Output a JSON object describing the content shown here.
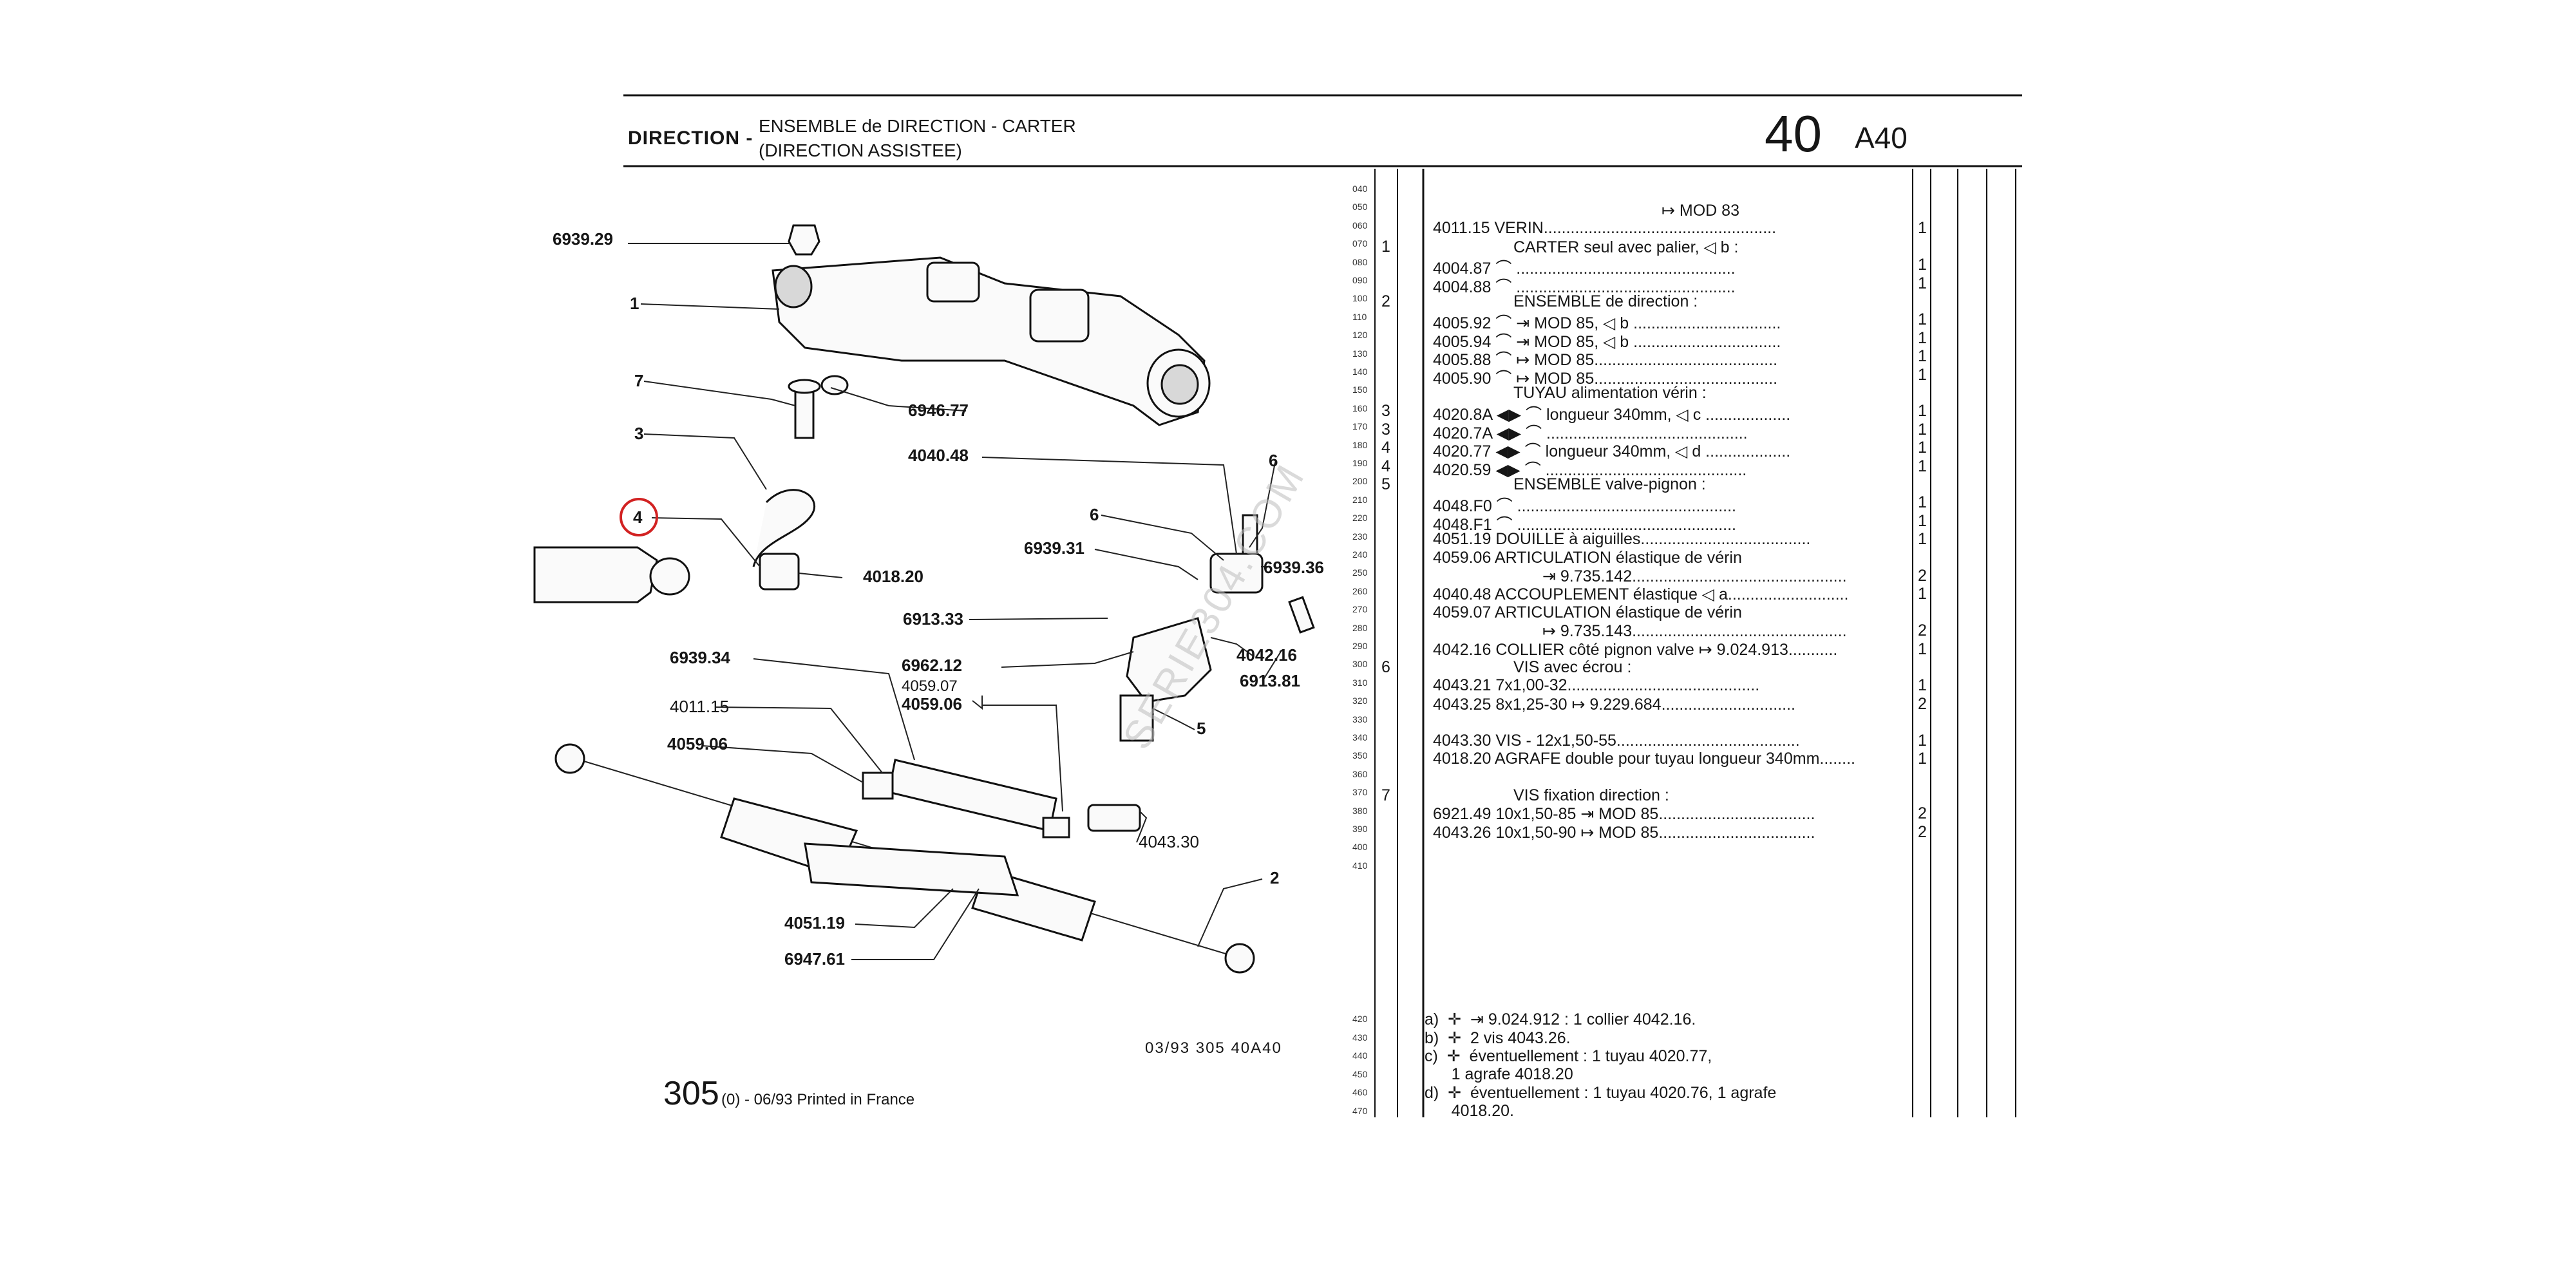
{
  "header": {
    "section": "DIRECTION -",
    "title_line1": "ENSEMBLE de DIRECTION - CARTER",
    "title_line2": "(DIRECTION ASSISTEE)",
    "group_number": "40",
    "page_code": "A40"
  },
  "diagram": {
    "labels": [
      {
        "text": "6939.29"
      },
      {
        "text": "1"
      },
      {
        "text": "7"
      },
      {
        "text": "6946.77"
      },
      {
        "text": "3"
      },
      {
        "text": "4040.48"
      },
      {
        "text": "6"
      },
      {
        "text": "4"
      },
      {
        "text": "6"
      },
      {
        "text": "6939.31"
      },
      {
        "text": "6939.36"
      },
      {
        "text": "4018.20"
      },
      {
        "text": "6913.33"
      },
      {
        "text": "4042.16"
      },
      {
        "text": "6939.34"
      },
      {
        "text": "6962.12"
      },
      {
        "text": "6913.81"
      },
      {
        "text": "4059.07"
      },
      {
        "text": "4059.06"
      },
      {
        "text": "4011.15"
      },
      {
        "text": "5"
      },
      {
        "text": "4059.06"
      },
      {
        "text": "4043.30"
      },
      {
        "text": "2"
      },
      {
        "text": "4051.19"
      },
      {
        "text": "6947.61"
      }
    ],
    "figure_reference": "03/93  305  40A40",
    "watermark": "SERIE304.COM"
  },
  "footer": {
    "model": "305",
    "info": "(0) - 06/93 Printed in France"
  },
  "parts_list": {
    "row_numbers": [
      "040",
      "050",
      "060",
      "070",
      "080",
      "090",
      "100",
      "110",
      "120",
      "130",
      "140",
      "150",
      "160",
      "170",
      "180",
      "190",
      "200",
      "210",
      "220",
      "230",
      "240",
      "250",
      "260",
      "270",
      "280",
      "290",
      "300",
      "310",
      "320",
      "330",
      "340",
      "350",
      "360",
      "370",
      "380",
      "390",
      "400",
      "410"
    ],
    "entries": [
      {
        "fig": "",
        "text": "↦ MOD 83",
        "qty": ""
      },
      {
        "fig": "",
        "text": "4011.15  VERIN....................................................",
        "qty": "1"
      },
      {
        "fig": "1",
        "text": "CARTER seul avec palier, ◁ b :",
        "qty": ""
      },
      {
        "fig": "",
        "text": "4004.87  ⌒ .................................................",
        "qty": "1"
      },
      {
        "fig": "",
        "text": "4004.88  ⌒ .................................................",
        "qty": "1"
      },
      {
        "fig": "2",
        "text": "ENSEMBLE de direction :",
        "qty": ""
      },
      {
        "fig": "",
        "text": "4005.92  ⌒ ⇥ MOD 85, ◁ b .................................",
        "qty": "1"
      },
      {
        "fig": "",
        "text": "4005.94  ⌒ ⇥ MOD 85, ◁ b .................................",
        "qty": "1"
      },
      {
        "fig": "",
        "text": "4005.88  ⌒ ↦ MOD 85.........................................",
        "qty": "1"
      },
      {
        "fig": "",
        "text": "4005.90  ⌒ ↦ MOD 85.........................................",
        "qty": "1"
      },
      {
        "fig": "",
        "text": "TUYAU alimentation vérin :",
        "qty": ""
      },
      {
        "fig": "3",
        "text": "4020.8A  ◀▶ ⌒ longueur 340mm, ◁ c ...................",
        "qty": "1"
      },
      {
        "fig": "3",
        "text": "4020.7A  ◀▶ ⌒ .............................................",
        "qty": "1"
      },
      {
        "fig": "4",
        "text": "4020.77  ◀▶ ⌒ longueur 340mm, ◁ d ...................",
        "qty": "1"
      },
      {
        "fig": "4",
        "text": "4020.59  ◀▶ ⌒ .............................................",
        "qty": "1"
      },
      {
        "fig": "5",
        "text": "ENSEMBLE valve-pignon :",
        "qty": ""
      },
      {
        "fig": "",
        "text": "4048.F0  ⌒ .................................................",
        "qty": "1"
      },
      {
        "fig": "",
        "text": "4048.F1  ⌒ .................................................",
        "qty": "1"
      },
      {
        "fig": "",
        "text": "4051.19  DOUILLE à aiguilles......................................",
        "qty": "1"
      },
      {
        "fig": "",
        "text": "4059.06  ARTICULATION élastique de vérin",
        "qty": ""
      },
      {
        "fig": "",
        "text": "⇥ 9.735.142................................................",
        "qty": "2"
      },
      {
        "fig": "",
        "text": "4040.48  ACCOUPLEMENT élastique ◁ a...........................",
        "qty": "1"
      },
      {
        "fig": "",
        "text": "4059.07  ARTICULATION élastique de vérin",
        "qty": ""
      },
      {
        "fig": "",
        "text": "↦ 9.735.143................................................",
        "qty": "2"
      },
      {
        "fig": "",
        "text": "4042.16  COLLIER côté pignon valve ↦ 9.024.913...........",
        "qty": "1"
      },
      {
        "fig": "6",
        "text": "VIS avec écrou :",
        "qty": ""
      },
      {
        "fig": "",
        "text": "4043.21  7x1,00-32...........................................",
        "qty": "1"
      },
      {
        "fig": "",
        "text": "4043.25  8x1,25-30 ↦ 9.229.684..............................",
        "qty": "2"
      },
      {
        "fig": "",
        "text": "",
        "qty": ""
      },
      {
        "fig": "",
        "text": "4043.30  VIS - 12x1,50-55.........................................",
        "qty": "1"
      },
      {
        "fig": "",
        "text": "4018.20  AGRAFE double pour tuyau longueur 340mm........",
        "qty": "1"
      },
      {
        "fig": "",
        "text": "",
        "qty": ""
      },
      {
        "fig": "7",
        "text": "VIS fixation direction :",
        "qty": ""
      },
      {
        "fig": "",
        "text": "6921.49  10x1,50-85 ⇥ MOD 85...................................",
        "qty": "2"
      },
      {
        "fig": "",
        "text": "4043.26  10x1,50-90 ↦ MOD 85...................................",
        "qty": "2"
      }
    ],
    "notes_row_numbers": [
      "420",
      "430",
      "440",
      "450",
      "460",
      "470"
    ],
    "notes": [
      "a)  ✛  ⇥ 9.024.912 : 1 collier 4042.16.",
      "b)  ✛  2 vis 4043.26.",
      "c)  ✛  éventuellement : 1 tuyau 4020.77,",
      "      1 agrafe 4018.20",
      "d)  ✛  éventuellement : 1 tuyau 4020.76, 1 agrafe",
      "      4018.20."
    ]
  },
  "colors": {
    "ink": "#161616",
    "highlight_circle": "#d22222",
    "watermark": "#bdbdbd"
  }
}
